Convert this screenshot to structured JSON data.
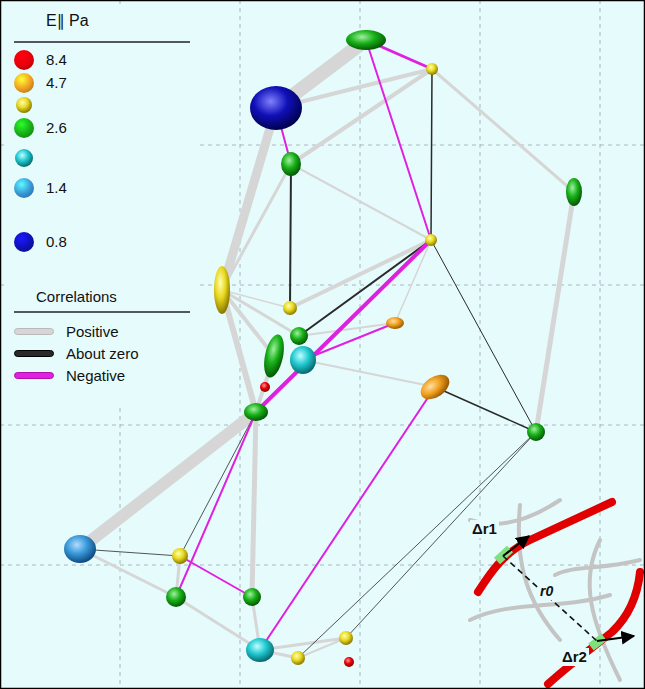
{
  "diagram": {
    "labels": [
      "E∥ Pa",
      "Correlations",
      "Δr1",
      "r0",
      "Δr2"
    ],
    "legend": [
      {
        "text": "8.4",
        "color": "#e8000a"
      },
      {
        "text": "4.7",
        "color": "#f0a020"
      },
      {
        "text": "2.6",
        "color": "#18b018"
      },
      {
        "text": "1.4",
        "color": "#3898d8"
      },
      {
        "text": "0.8",
        "color": "#1010b8"
      },
      {
        "text": "Positive"
      },
      {
        "text": "About zero"
      },
      {
        "text": "Negative"
      }
    ]
  }
}
